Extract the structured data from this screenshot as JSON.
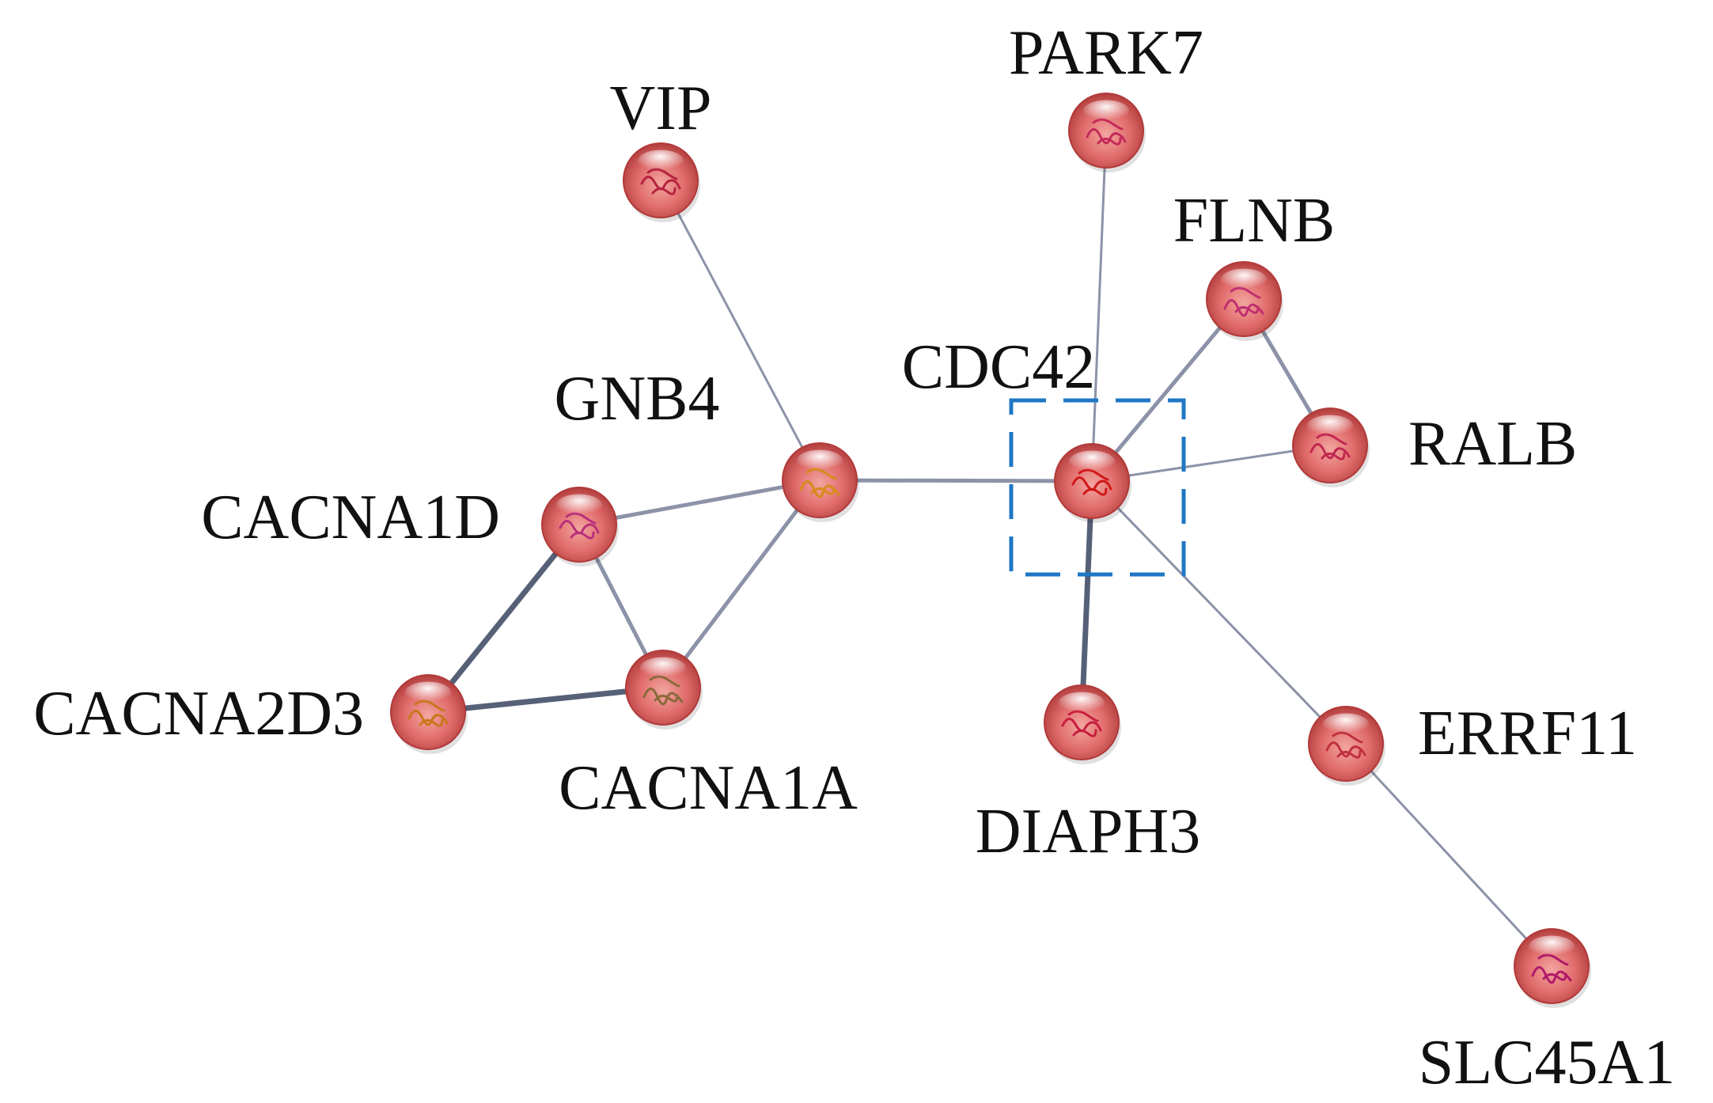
{
  "colors": {
    "background": "#ffffff",
    "node_fill": "#e06a6a",
    "node_dark": "#b23a3a",
    "node_highlight": "#fbe3e3",
    "edge": "#8c93a8",
    "edge_strong": "#566077",
    "highlight_box": "#1f77c4",
    "label": "#111111"
  },
  "nodes": [
    {
      "id": "VIP",
      "label": "VIP",
      "glyph": "#b5233e"
    },
    {
      "id": "PARK7",
      "label": "PARK7",
      "glyph": "#c42a5a"
    },
    {
      "id": "FLNB",
      "label": "FLNB",
      "glyph": "#c03070"
    },
    {
      "id": "CDC42",
      "label": "CDC42",
      "glyph": "#d01818",
      "highlighted": true
    },
    {
      "id": "RALB",
      "label": "RALB",
      "glyph": "#c02850"
    },
    {
      "id": "GNB4",
      "label": "GNB4",
      "glyph": "#d68a1c"
    },
    {
      "id": "CACNA1D",
      "label": "CACNA1D",
      "glyph": "#b8307a"
    },
    {
      "id": "CACNA2D3",
      "label": "CACNA2D3",
      "glyph": "#c9761c"
    },
    {
      "id": "CACNA1A",
      "label": "CACNA1A",
      "glyph": "#8a6a3a"
    },
    {
      "id": "DIAPH3",
      "label": "DIAPH3",
      "glyph": "#c81e3e"
    },
    {
      "id": "ERRF11",
      "label": "ERRF11",
      "glyph": "#c03040"
    },
    {
      "id": "SLC45A1",
      "label": "SLC45A1",
      "glyph": "#b01a6a"
    }
  ],
  "edges": [
    {
      "source": "VIP",
      "target": "GNB4",
      "strength": "weak"
    },
    {
      "source": "GNB4",
      "target": "CDC42",
      "strength": "medium"
    },
    {
      "source": "GNB4",
      "target": "CACNA1D",
      "strength": "medium"
    },
    {
      "source": "GNB4",
      "target": "CACNA1A",
      "strength": "medium"
    },
    {
      "source": "CACNA1D",
      "target": "CACNA1A",
      "strength": "medium"
    },
    {
      "source": "CACNA1D",
      "target": "CACNA2D3",
      "strength": "strong"
    },
    {
      "source": "CACNA2D3",
      "target": "CACNA1A",
      "strength": "strong"
    },
    {
      "source": "PARK7",
      "target": "CDC42",
      "strength": "weak"
    },
    {
      "source": "FLNB",
      "target": "CDC42",
      "strength": "medium"
    },
    {
      "source": "FLNB",
      "target": "RALB",
      "strength": "medium"
    },
    {
      "source": "RALB",
      "target": "CDC42",
      "strength": "weak"
    },
    {
      "source": "CDC42",
      "target": "DIAPH3",
      "strength": "strong"
    },
    {
      "source": "CDC42",
      "target": "ERRF11",
      "strength": "weak"
    },
    {
      "source": "ERRF11",
      "target": "SLC45A1",
      "strength": "weak"
    }
  ]
}
